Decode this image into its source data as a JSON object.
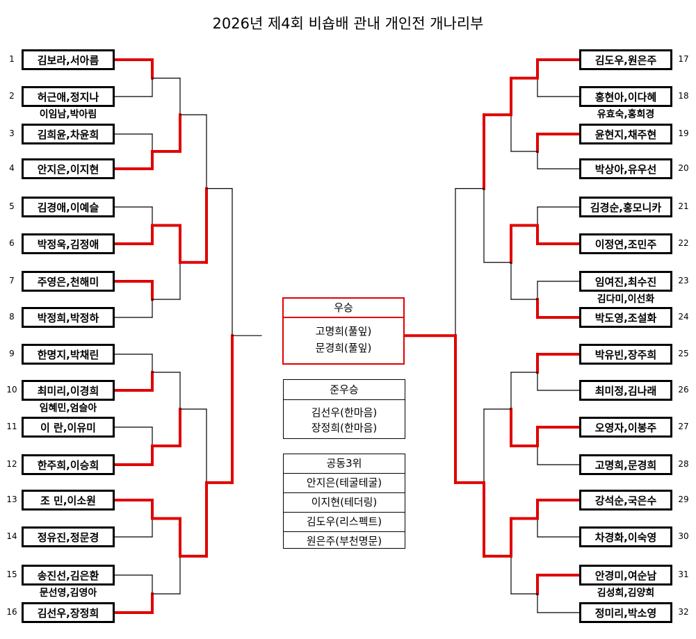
{
  "title": "2026년 제4회 비숍배 관내 개인전 개나리부",
  "colors": {
    "advance": "#e00000",
    "bracket": "#000000",
    "box_border": "#000000"
  },
  "teams": [
    {
      "seed": "1",
      "name": "김보라,서아름"
    },
    {
      "seed": "2",
      "name": "허근애,정지나"
    },
    {
      "seed": "3",
      "name": "김희윤,차윤희"
    },
    {
      "seed": "4",
      "name": "안지은,이지현"
    },
    {
      "seed": "5",
      "name": "김경애,이예슬"
    },
    {
      "seed": "6",
      "name": "박정욱,김정애"
    },
    {
      "seed": "7",
      "name": "주영은,천해미"
    },
    {
      "seed": "8",
      "name": "박정희,박정하"
    },
    {
      "seed": "9",
      "name": "한명지,박채린"
    },
    {
      "seed": "10",
      "name": "최미리,이경희"
    },
    {
      "seed": "11",
      "name": "이 란,이유미"
    },
    {
      "seed": "12",
      "name": "한주희,이승희"
    },
    {
      "seed": "13",
      "name": "조 민,이소원"
    },
    {
      "seed": "14",
      "name": "정유진,정문경"
    },
    {
      "seed": "15",
      "name": "송진선,김은환"
    },
    {
      "seed": "16",
      "name": "김선우,장정희"
    },
    {
      "seed": "17",
      "name": "김도우,원은주"
    },
    {
      "seed": "18",
      "name": "홍현아,이다혜"
    },
    {
      "seed": "19",
      "name": "윤현지,채주현"
    },
    {
      "seed": "20",
      "name": "박상아,유우선"
    },
    {
      "seed": "21",
      "name": "김경순,홍모니카"
    },
    {
      "seed": "22",
      "name": "이정연,조민주"
    },
    {
      "seed": "23",
      "name": "임여진,최수진"
    },
    {
      "seed": "24",
      "name": "박도영,조설화"
    },
    {
      "seed": "25",
      "name": "박유빈,장주희"
    },
    {
      "seed": "26",
      "name": "최미정,김나래"
    },
    {
      "seed": "27",
      "name": "오영자,이봉주"
    },
    {
      "seed": "28",
      "name": "고명희,문경희"
    },
    {
      "seed": "29",
      "name": "강석순,국은수"
    },
    {
      "seed": "30",
      "name": "차경화,이숙영"
    },
    {
      "seed": "31",
      "name": "안경미,여순남"
    },
    {
      "seed": "32",
      "name": "정미리,박소영"
    }
  ],
  "extra_names": [
    {
      "after_seed": "2",
      "name": "이임남,박아림"
    },
    {
      "after_seed": "10",
      "name": "임혜민,엄슬아"
    },
    {
      "after_seed": "15",
      "name": "문선영,김영아"
    },
    {
      "after_seed": "18",
      "name": "유효숙,홍희경"
    },
    {
      "after_seed": "23",
      "name": "김다미,이선화"
    },
    {
      "after_seed": "31",
      "name": "김성희,김양희"
    }
  ],
  "results": {
    "winner": {
      "label": "우승",
      "names": [
        "고명희(풀잎)",
        "문경희(풀잎)"
      ]
    },
    "runner_up": {
      "label": "준우승",
      "names": [
        "김선우(한마음)",
        "장정희(한마음)"
      ]
    },
    "third": {
      "label": "공동3위",
      "names": [
        "안지은(테굴테굴)",
        "이지현(테더링)",
        "김도우(리스펙트)",
        "원은주(부천명문)"
      ]
    }
  },
  "advancement": {
    "left_r1": [
      0,
      1,
      1,
      0,
      1,
      1,
      0,
      1
    ],
    "left_r2": [
      1,
      0,
      1,
      0
    ],
    "left_r3": [
      1,
      1
    ],
    "left_r4": [
      1
    ],
    "right_r1": [
      0,
      0,
      1,
      1,
      0,
      0,
      0,
      0
    ],
    "right_r2": [
      0,
      0,
      1,
      0
    ],
    "right_r3": [
      0,
      1
    ],
    "right_r4": [
      1
    ]
  }
}
